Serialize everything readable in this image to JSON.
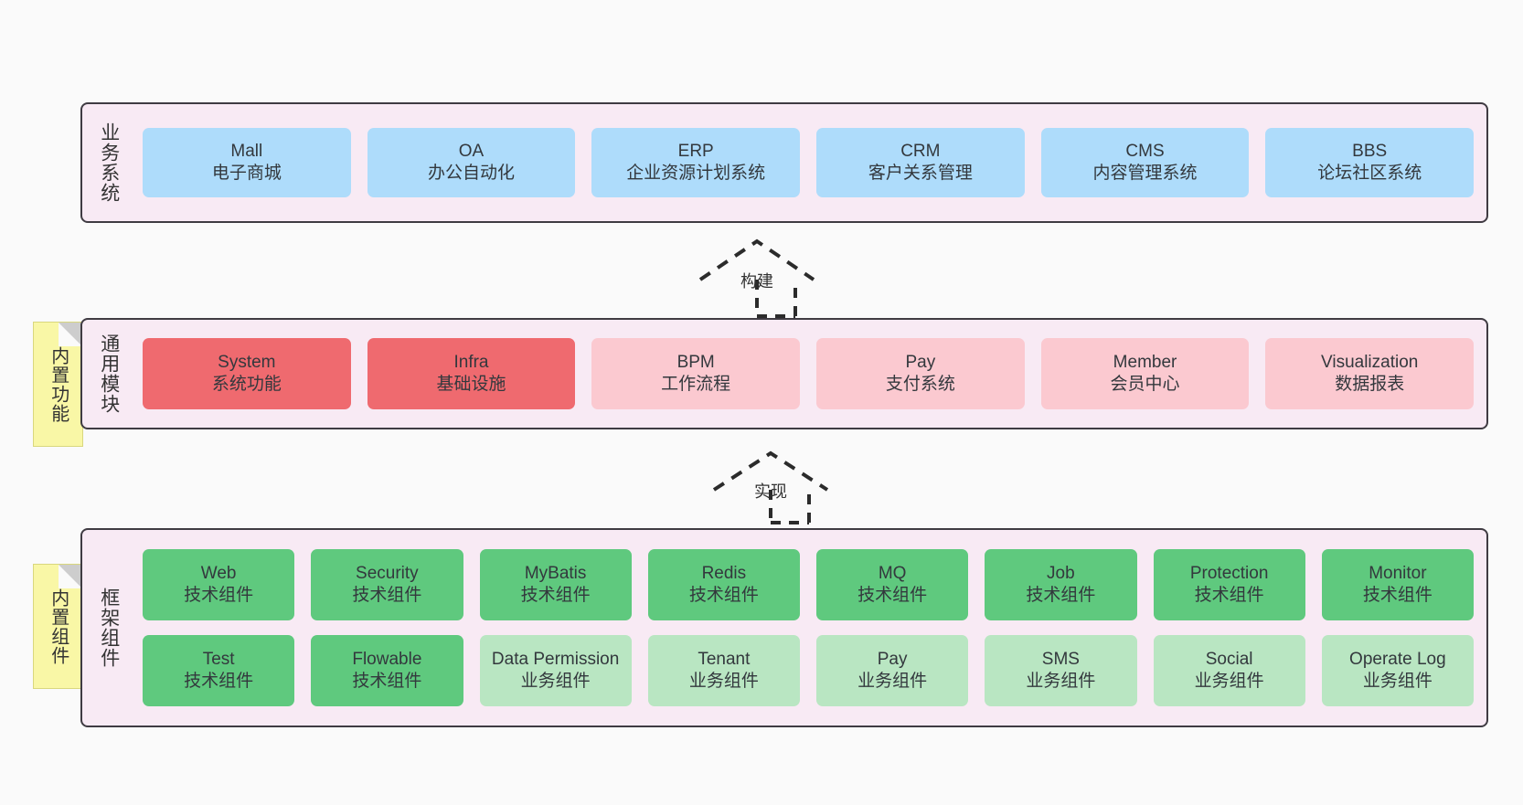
{
  "diagram": {
    "background": "#fafafa",
    "layer_fill": "#f8eaf4",
    "layer_stroke": "#3f3b42",
    "note_fill": "#f9f7a6"
  },
  "layers": [
    {
      "id": "business-system",
      "title": "业务系统",
      "note": null,
      "rows": [
        {
          "cells": [
            {
              "en": "Mall",
              "cn": "电子商城",
              "color": "#aedcfb",
              "style": "c-blue"
            },
            {
              "en": "OA",
              "cn": "办公自动化",
              "color": "#aedcfb",
              "style": "c-blue"
            },
            {
              "en": "ERP",
              "cn": "企业资源计划系统",
              "color": "#aedcfb",
              "style": "c-blue"
            },
            {
              "en": "CRM",
              "cn": "客户关系管理",
              "color": "#aedcfb",
              "style": "c-blue"
            },
            {
              "en": "CMS",
              "cn": "内容管理系统",
              "color": "#aedcfb",
              "style": "c-blue"
            },
            {
              "en": "BBS",
              "cn": "论坛社区系统",
              "color": "#aedcfb",
              "style": "c-blue"
            }
          ]
        }
      ]
    },
    {
      "id": "common-module",
      "title": "通用模块",
      "note": "内置功能",
      "rows": [
        {
          "cells": [
            {
              "en": "System",
              "cn": "系统功能",
              "color": "#ef6a6f",
              "style": "c-red"
            },
            {
              "en": "Infra",
              "cn": "基础设施",
              "color": "#ef6a6f",
              "style": "c-red"
            },
            {
              "en": "BPM",
              "cn": "工作流程",
              "color": "#fbc9d0",
              "style": "c-pink"
            },
            {
              "en": "Pay",
              "cn": "支付系统",
              "color": "#fbc9d0",
              "style": "c-pink"
            },
            {
              "en": "Member",
              "cn": "会员中心",
              "color": "#fbc9d0",
              "style": "c-pink"
            },
            {
              "en": "Visualization",
              "cn": "数据报表",
              "color": "#fbc9d0",
              "style": "c-pink"
            }
          ]
        }
      ]
    },
    {
      "id": "framework-component",
      "title": "框架组件",
      "note": "内置组件",
      "rows": [
        {
          "cells": [
            {
              "en": "Web",
              "cn": "技术组件",
              "color": "#5fc97e",
              "style": "c-green"
            },
            {
              "en": "Security",
              "cn": "技术组件",
              "color": "#5fc97e",
              "style": "c-green"
            },
            {
              "en": "MyBatis",
              "cn": "技术组件",
              "color": "#5fc97e",
              "style": "c-green"
            },
            {
              "en": "Redis",
              "cn": "技术组件",
              "color": "#5fc97e",
              "style": "c-green"
            },
            {
              "en": "MQ",
              "cn": "技术组件",
              "color": "#5fc97e",
              "style": "c-green"
            },
            {
              "en": "Job",
              "cn": "技术组件",
              "color": "#5fc97e",
              "style": "c-green"
            },
            {
              "en": "Protection",
              "cn": "技术组件",
              "color": "#5fc97e",
              "style": "c-green"
            },
            {
              "en": "Monitor",
              "cn": "技术组件",
              "color": "#5fc97e",
              "style": "c-green"
            }
          ]
        },
        {
          "cells": [
            {
              "en": "Test",
              "cn": "技术组件",
              "color": "#5fc97e",
              "style": "c-green"
            },
            {
              "en": "Flowable",
              "cn": "技术组件",
              "color": "#5fc97e",
              "style": "c-green"
            },
            {
              "en": "Data Permission",
              "cn": "业务组件",
              "color": "#b9e6c2",
              "style": "c-lightgreen"
            },
            {
              "en": "Tenant",
              "cn": "业务组件",
              "color": "#b9e6c2",
              "style": "c-lightgreen"
            },
            {
              "en": "Pay",
              "cn": "业务组件",
              "color": "#b9e6c2",
              "style": "c-lightgreen"
            },
            {
              "en": "SMS",
              "cn": "业务组件",
              "color": "#b9e6c2",
              "style": "c-lightgreen"
            },
            {
              "en": "Social",
              "cn": "业务组件",
              "color": "#b9e6c2",
              "style": "c-lightgreen"
            },
            {
              "en": "Operate Log",
              "cn": "业务组件",
              "color": "#b9e6c2",
              "style": "c-lightgreen"
            }
          ]
        }
      ]
    }
  ],
  "connectors": [
    {
      "id": "build",
      "label": "构建",
      "from": "common-module",
      "to": "business-system",
      "style": "dashed-generalization"
    },
    {
      "id": "implement",
      "label": "实现",
      "from": "framework-component",
      "to": "common-module",
      "style": "dashed-generalization"
    }
  ]
}
